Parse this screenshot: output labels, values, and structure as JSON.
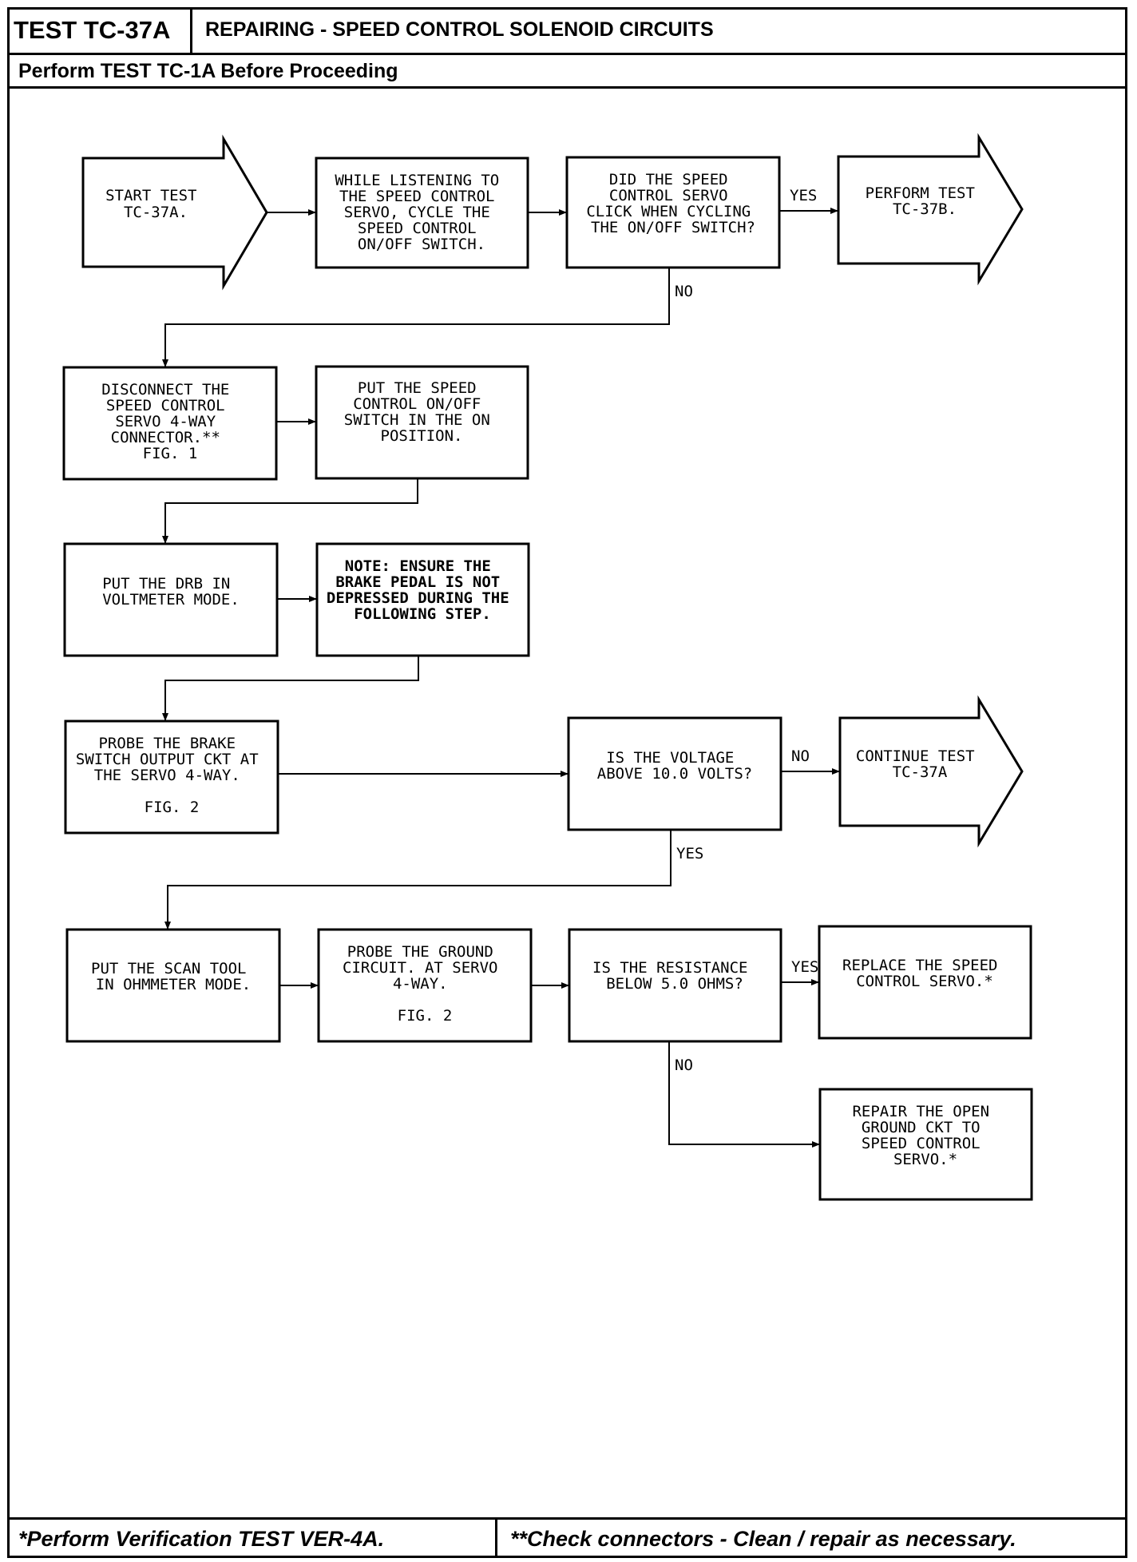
{
  "header": {
    "test_id": "TEST TC-37A",
    "title": "REPAIRING - SPEED CONTROL SOLENOID CIRCUITS",
    "prerequisite": "Perform TEST TC-1A Before Proceeding"
  },
  "footer": {
    "left_note": "*Perform Verification TEST VER-4A.",
    "right_note": "**Check connectors - Clean / repair as necessary."
  },
  "flowchart": {
    "start": [
      "START TEST",
      "TC-37A."
    ],
    "listen": [
      "WHILE LISTENING TO",
      "THE SPEED CONTROL",
      "SERVO, CYCLE THE",
      "SPEED CONTROL",
      "ON/OFF SWITCH."
    ],
    "q_click": [
      "DID THE SPEED",
      "CONTROL SERVO",
      "CLICK WHEN CYCLING",
      "THE ON/OFF SWITCH?"
    ],
    "perform_37b": [
      "PERFORM TEST",
      "TC-37B."
    ],
    "disconnect": [
      "DISCONNECT THE",
      "SPEED CONTROL",
      "SERVO 4-WAY",
      "CONNECTOR.**",
      "FIG. 1"
    ],
    "switch_on": [
      "PUT THE SPEED",
      "CONTROL ON/OFF",
      "SWITCH IN THE ON",
      "POSITION."
    ],
    "drb_volt": [
      "PUT THE DRB IN",
      "VOLTMETER MODE."
    ],
    "note": [
      "NOTE:  ENSURE THE",
      "BRAKE PEDAL IS NOT",
      "DEPRESSED DURING THE",
      "FOLLOWING STEP."
    ],
    "probe_brake": [
      "PROBE THE BRAKE",
      "SWITCH OUTPUT CKT AT",
      "THE SERVO 4-WAY.",
      "",
      "FIG. 2"
    ],
    "q_voltage": [
      "IS THE VOLTAGE",
      "ABOVE 10.0 VOLTS?"
    ],
    "continue_37a": [
      "CONTINUE TEST",
      "TC-37A"
    ],
    "scan_ohm": [
      "PUT THE SCAN TOOL",
      "IN OHMMETER MODE."
    ],
    "probe_ground": [
      "PROBE THE GROUND",
      "CIRCUIT. AT SERVO",
      "4-WAY.",
      "",
      "FIG. 2"
    ],
    "q_resist": [
      "IS THE RESISTANCE",
      "BELOW 5.0 OHMS?"
    ],
    "replace_servo": [
      "REPLACE THE SPEED",
      "CONTROL SERVO.*"
    ],
    "repair_ground": [
      "REPAIR THE OPEN",
      "GROUND CKT TO",
      "SPEED CONTROL",
      "SERVO.*"
    ]
  },
  "labels": {
    "yes": "YES",
    "no": "NO"
  }
}
